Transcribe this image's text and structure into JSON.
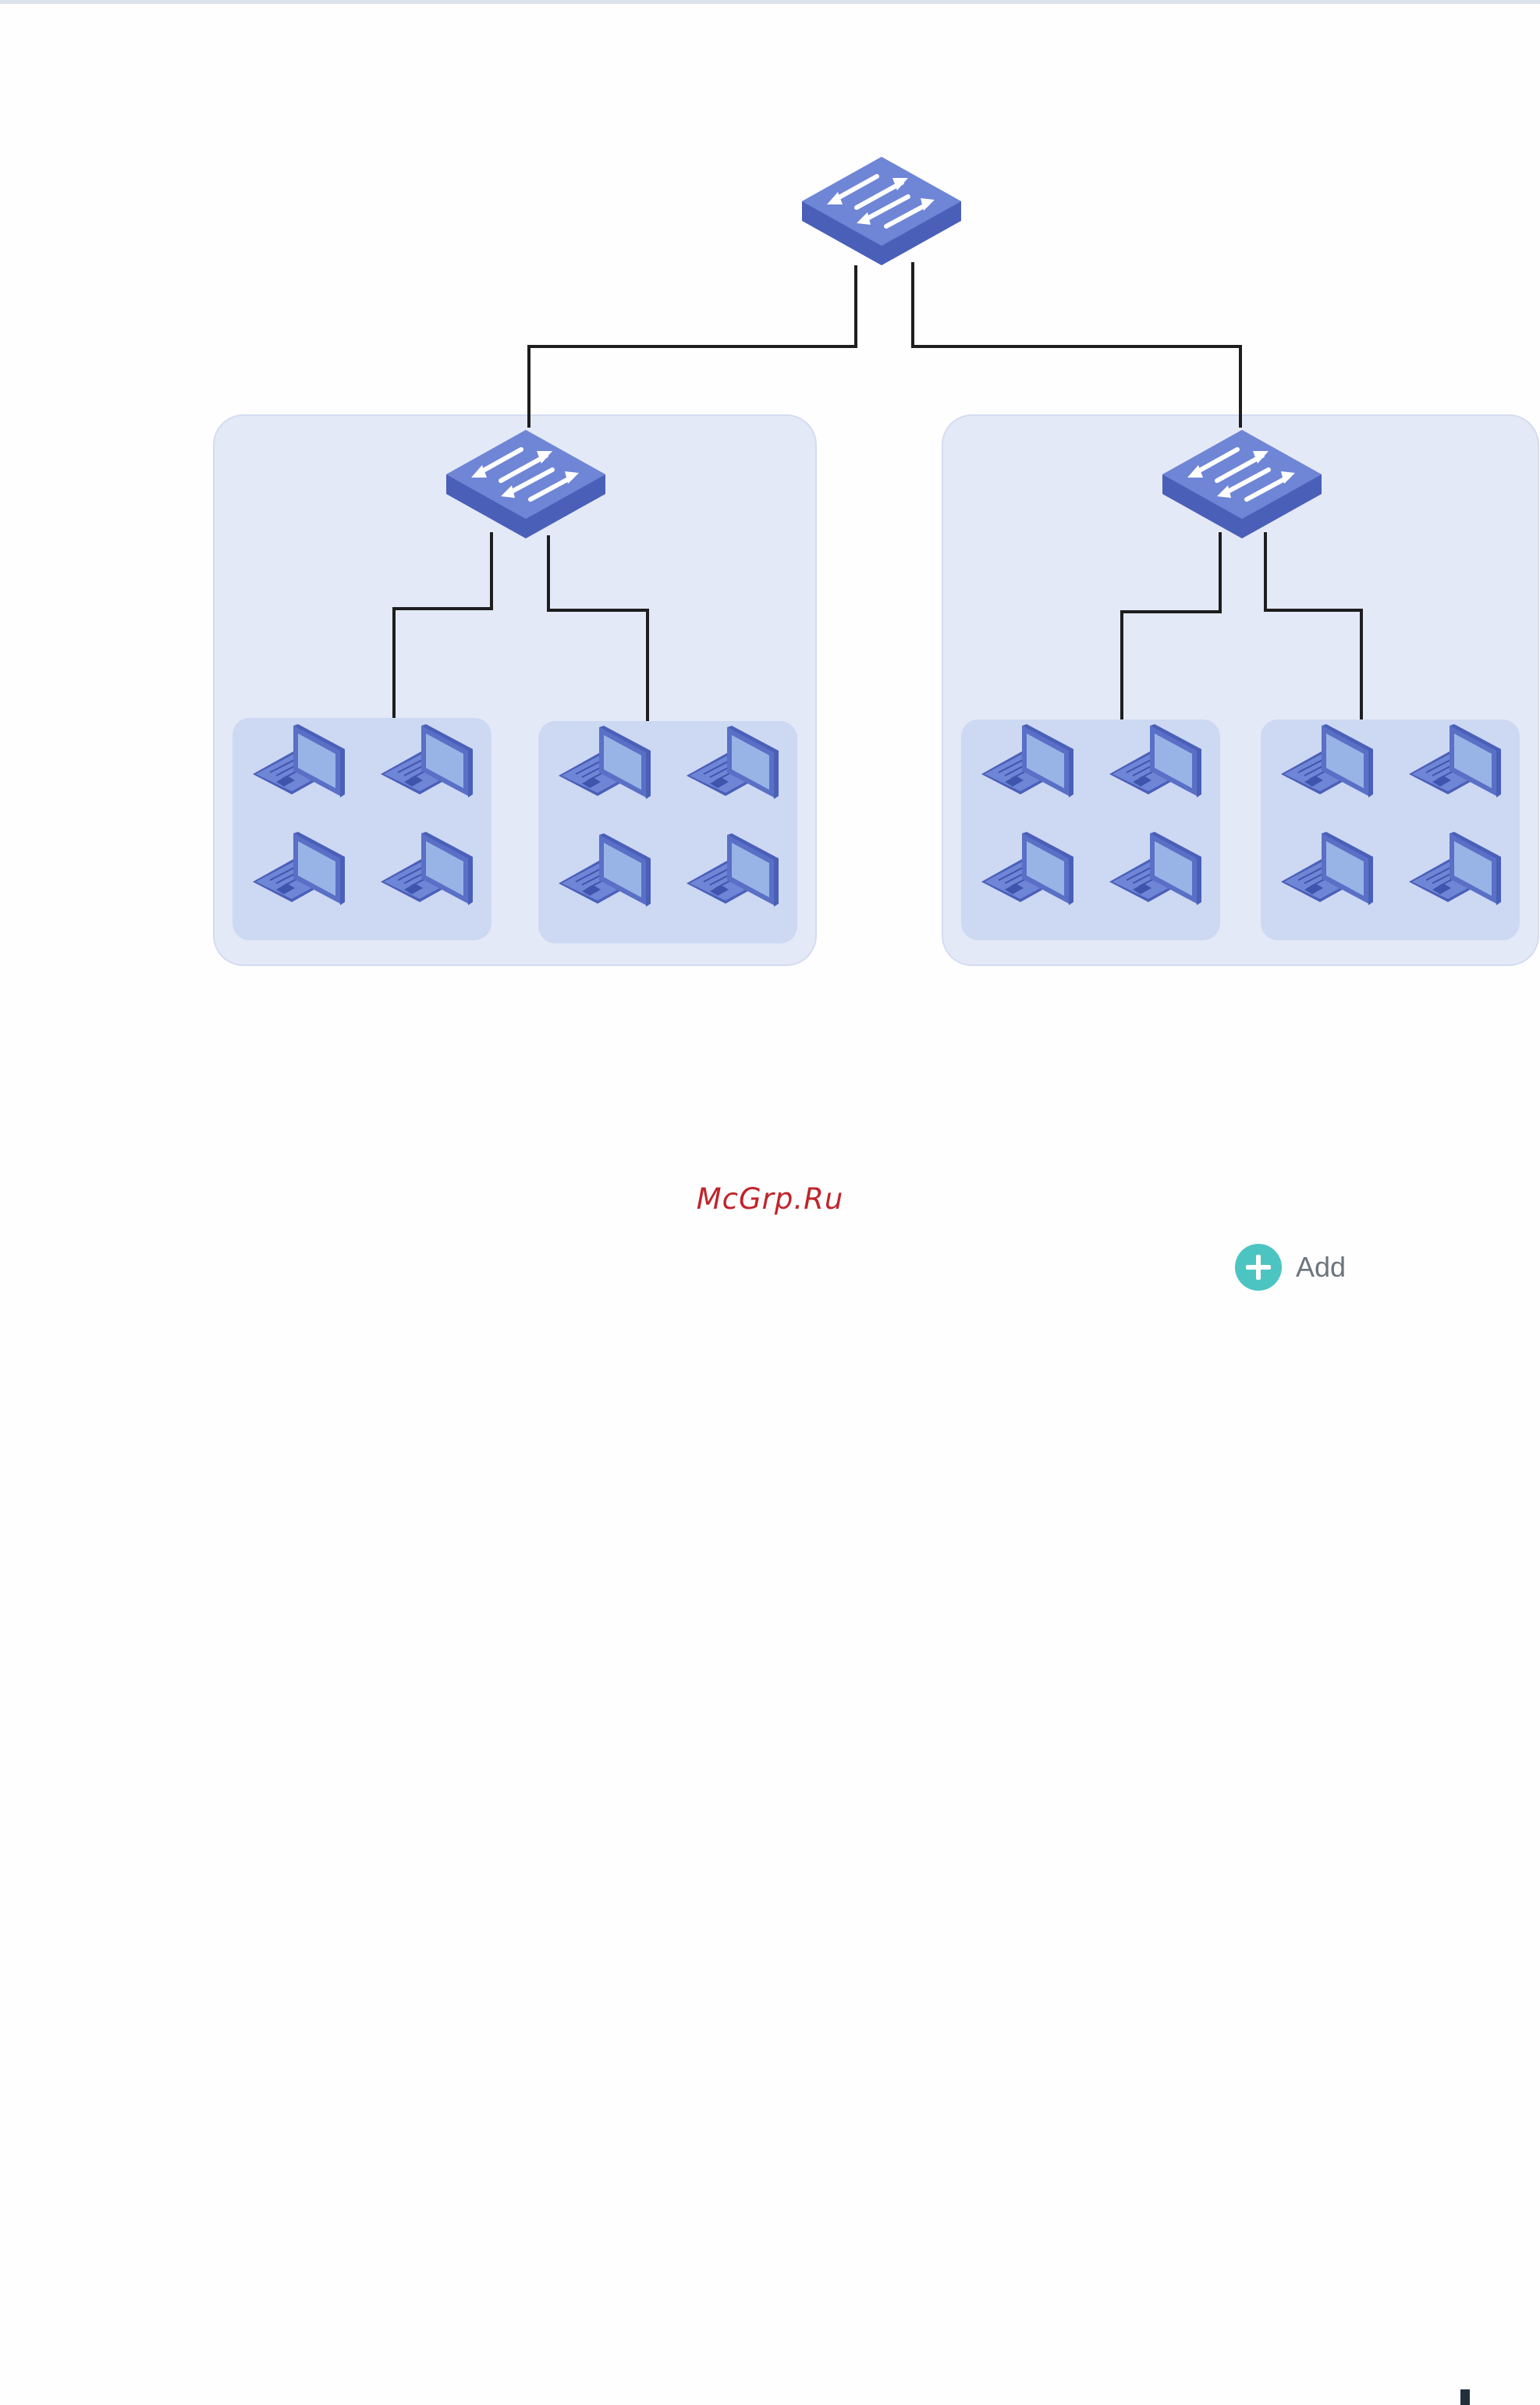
{
  "watermark": "McGrp.Ru",
  "add_button": {
    "label": "Add",
    "icon": "plus-circle-icon"
  },
  "diagram": {
    "nodes": [
      {
        "id": "core-switch",
        "type": "switch"
      },
      {
        "id": "switch-a",
        "type": "switch"
      },
      {
        "id": "switch-b",
        "type": "switch"
      }
    ],
    "links": [
      [
        "core-switch",
        "switch-a"
      ],
      [
        "core-switch",
        "switch-b"
      ],
      [
        "switch-a",
        "laptop-group-a1"
      ],
      [
        "switch-a",
        "laptop-group-a2"
      ],
      [
        "switch-b",
        "laptop-group-b1"
      ],
      [
        "switch-b",
        "laptop-group-b2"
      ]
    ],
    "groups": [
      {
        "id": "laptop-group-a1",
        "laptops": 4
      },
      {
        "id": "laptop-group-a2",
        "laptops": 4
      },
      {
        "id": "laptop-group-b1",
        "laptops": 4
      },
      {
        "id": "laptop-group-b2",
        "laptops": 4
      }
    ]
  },
  "colors": {
    "region": "#e4e9f7",
    "region_border": "#d4dcf0",
    "group": "#cdd8f2",
    "device_top": "#6f85d6",
    "device_side": "#4a5fb8",
    "screen": "#98b4e6",
    "link": "#1e1e1e",
    "accent": "#4cc5c2"
  }
}
